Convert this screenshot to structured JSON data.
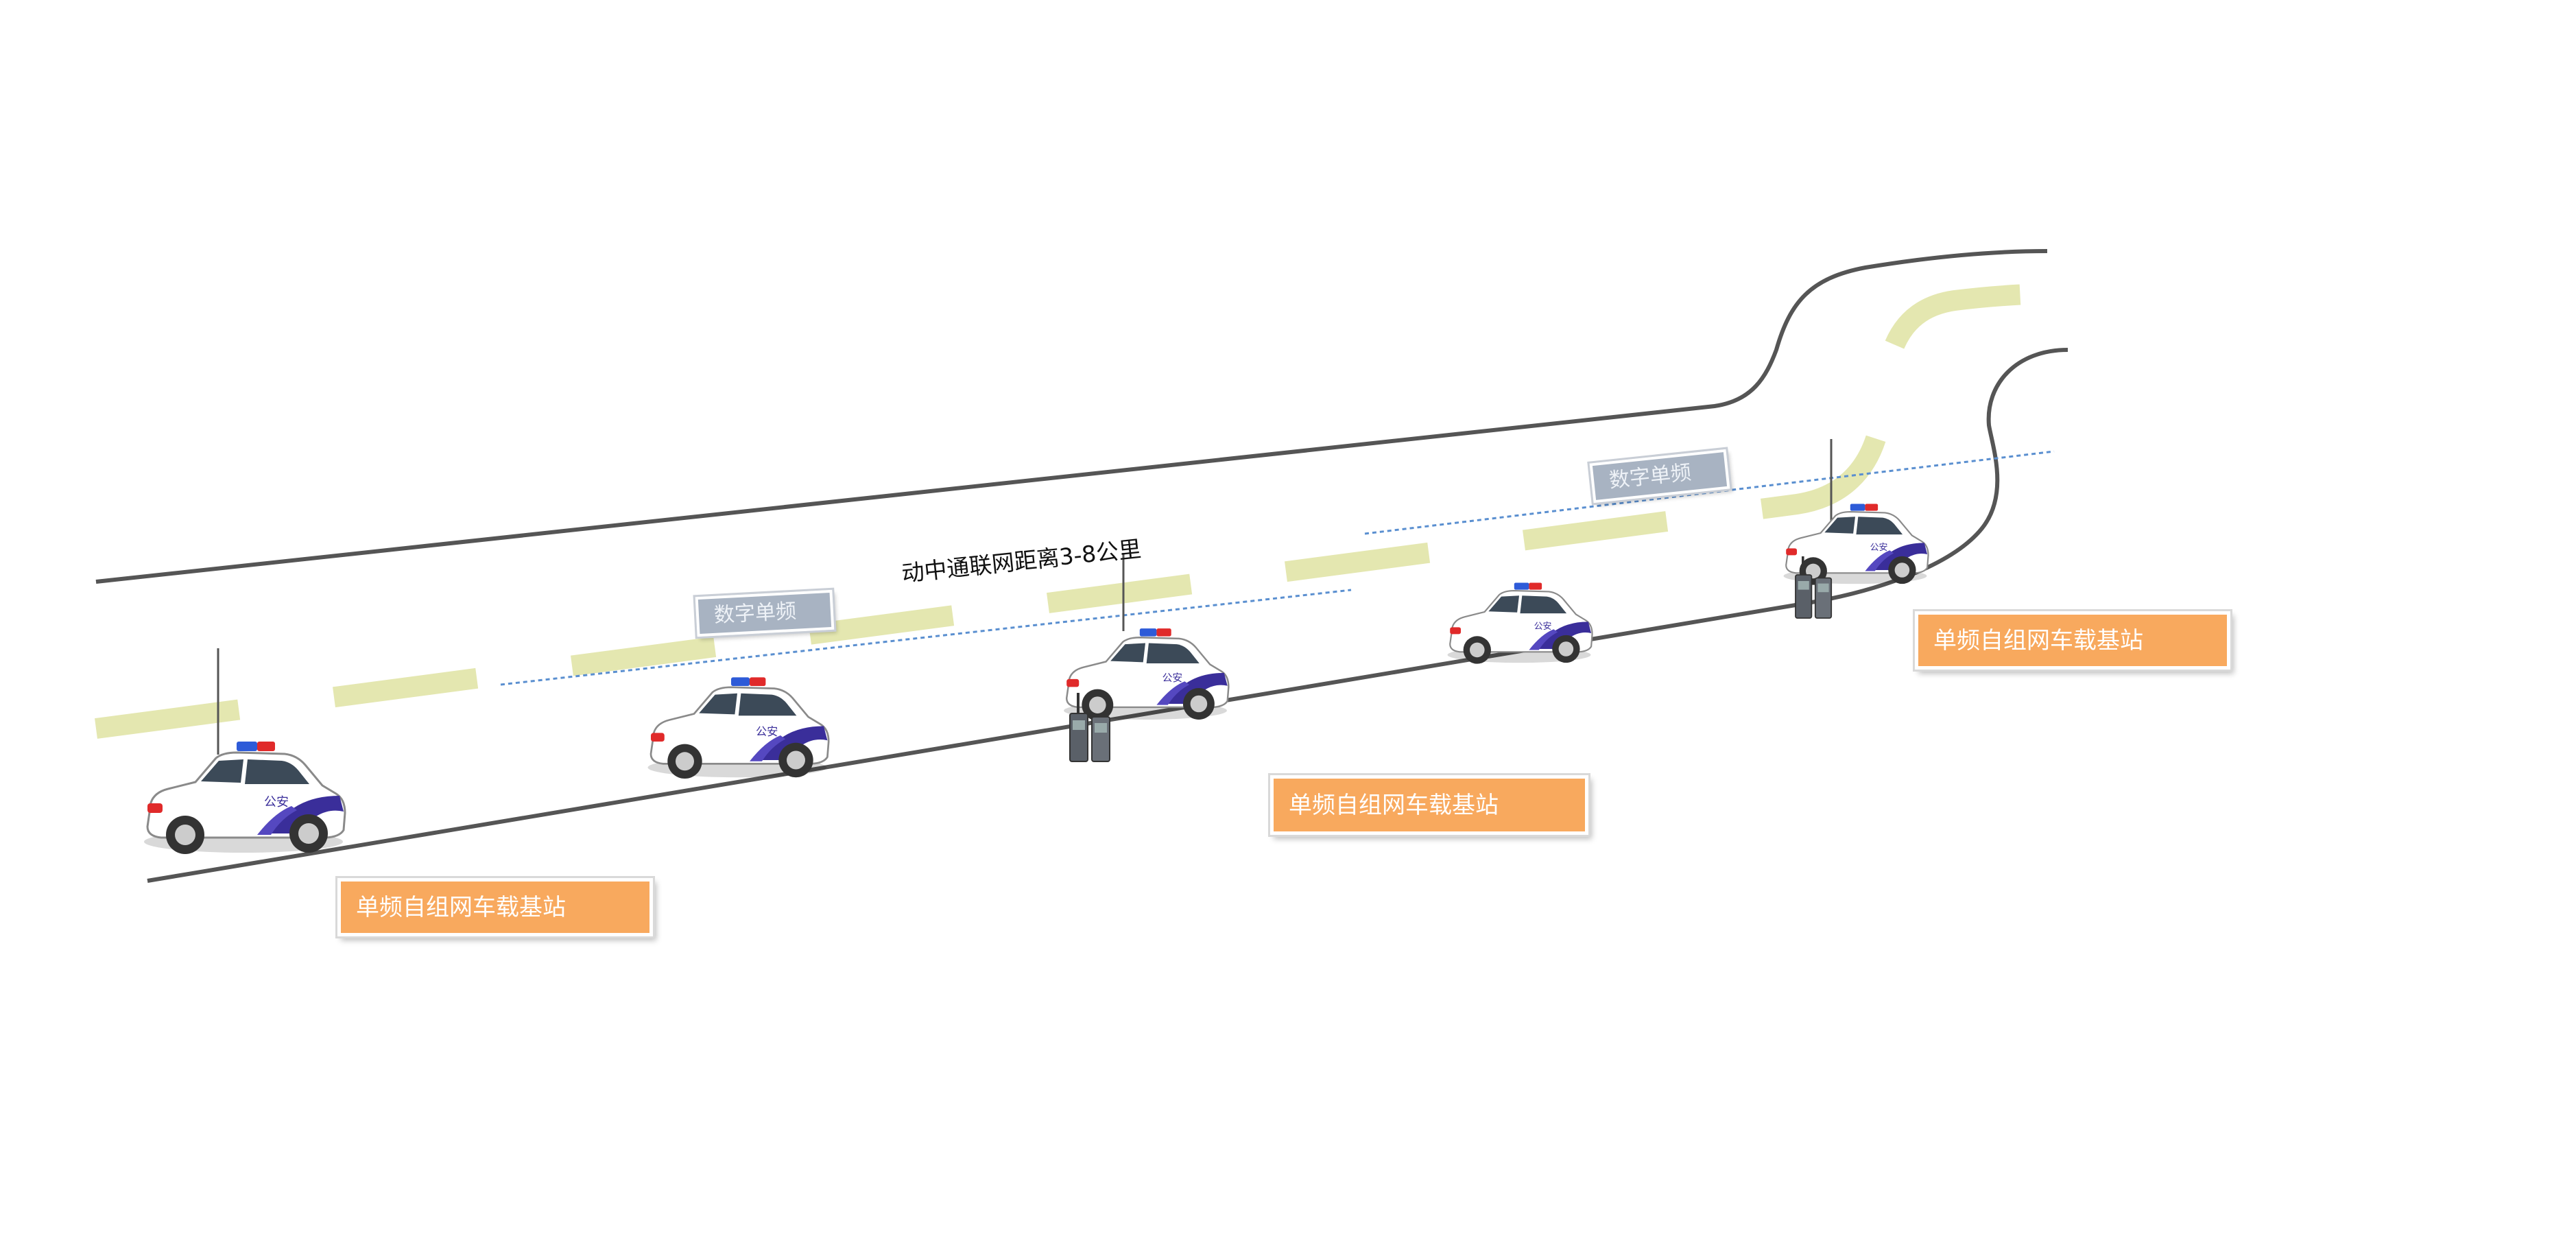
{
  "distance_label": "动中通联网距离3-8公里",
  "station_labels": [
    "单频自组网车载基站",
    "单频自组网车载基站",
    "单频自组网车载基站"
  ],
  "digital_labels": [
    "数字单频",
    "数字单频"
  ],
  "car_door_text": "公安",
  "colors": {
    "road_edge": "#555555",
    "center_dash": "#E4E7B0",
    "link_line": "#5A8FD0",
    "station_label_bg": "#F8A95E",
    "digital_label_bg": "#A8B3C2",
    "car_body": "#FFFFFF",
    "car_stripe": "#3A2E9A",
    "light_blue": "#2E5BD8",
    "light_red": "#E02A2A"
  }
}
